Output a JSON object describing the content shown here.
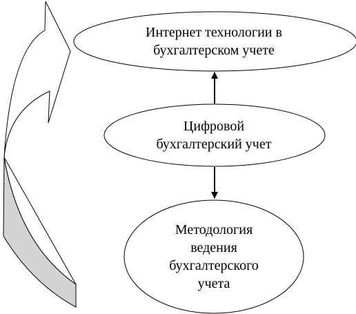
{
  "diagram": {
    "nodes": [
      {
        "id": "top",
        "text": "Интернет технологии в\nбухгалтерском учете"
      },
      {
        "id": "middle",
        "text": "Цифровой\nбухгалтерский учет"
      },
      {
        "id": "bottom",
        "text": "Методология\nведения\nбухгалтерского\nучета"
      }
    ],
    "edges": [
      {
        "from": "middle",
        "to": "top"
      },
      {
        "from": "middle",
        "to": "bottom"
      },
      {
        "from": "bottom",
        "to": "top",
        "style": "curved-side-arrow"
      }
    ],
    "colors": {
      "stroke": "#000000",
      "fill": "#ffffff",
      "curved_arrow_shade": "#d3d3d3"
    }
  }
}
